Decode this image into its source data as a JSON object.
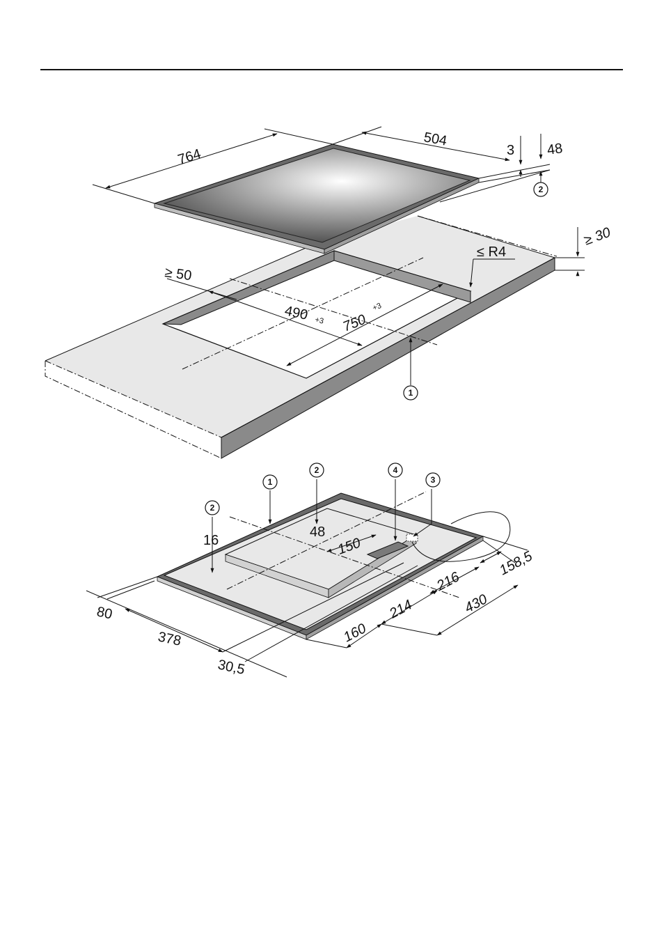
{
  "diagram": {
    "top_view": {
      "dimensions": {
        "width": "764",
        "depth": "504",
        "glass_thickness": "3",
        "height": "48",
        "cutout_width": "750",
        "cutout_depth": "490",
        "tolerance": "+3",
        "min_front_edge": "≥ 50",
        "corner_radius": "≤ R4",
        "min_worktop": "≥ 30"
      },
      "callouts": [
        "2",
        "1"
      ]
    },
    "underside_view": {
      "dimensions": {
        "d16": "16",
        "d48": "48",
        "d150": "150",
        "d158_5": "158,5",
        "d216": "216",
        "d214": "214",
        "d430": "430",
        "d160": "160",
        "d80": "80",
        "d378": "378",
        "d30_5": "30,5"
      },
      "callouts": [
        "1",
        "2",
        "2",
        "4",
        "3"
      ]
    }
  }
}
